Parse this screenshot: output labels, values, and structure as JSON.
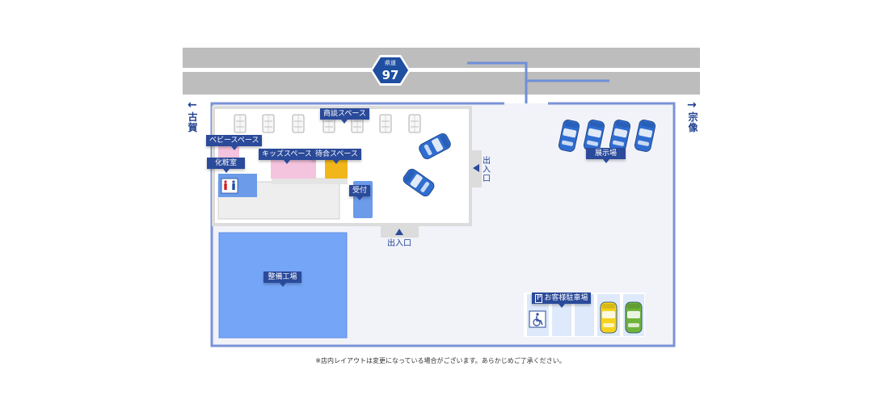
{
  "road": {
    "shield_top": "県道",
    "shield_num": "97"
  },
  "directions": {
    "left": "古賀",
    "right": "宗像"
  },
  "labels": {
    "negotiation": "商談スペース",
    "baby": "ベビースペース",
    "powder": "化粧室",
    "kids": "キッズスペース",
    "waiting": "待合スペース",
    "reception": "受付",
    "showroom": "展示場",
    "factory": "整備工場",
    "parking": "お客様駐車場",
    "parking_p": "P",
    "entrance_bottom": "出入口",
    "entrance_right": "出入口"
  },
  "icons": {
    "restroom": "restroom-icon",
    "wheelchair": "wheelchair-icon",
    "parking": "parking-icon"
  },
  "colors": {
    "road": "#bdbdbd",
    "border": "#7a92d6",
    "floor": "#f1f3f9",
    "factory": "#75a5f7",
    "label": "#2a4a9a",
    "car_blue": "#2f6dd1",
    "car_yellow": "#f5d31b",
    "car_green": "#6fb43a",
    "kids": "#f4c3dd",
    "waiting": "#f0b61a",
    "reception": "#6b9be9"
  },
  "footnote": "※店内レイアウトは変更になっている場合がございます。あらかじめご了承ください。"
}
